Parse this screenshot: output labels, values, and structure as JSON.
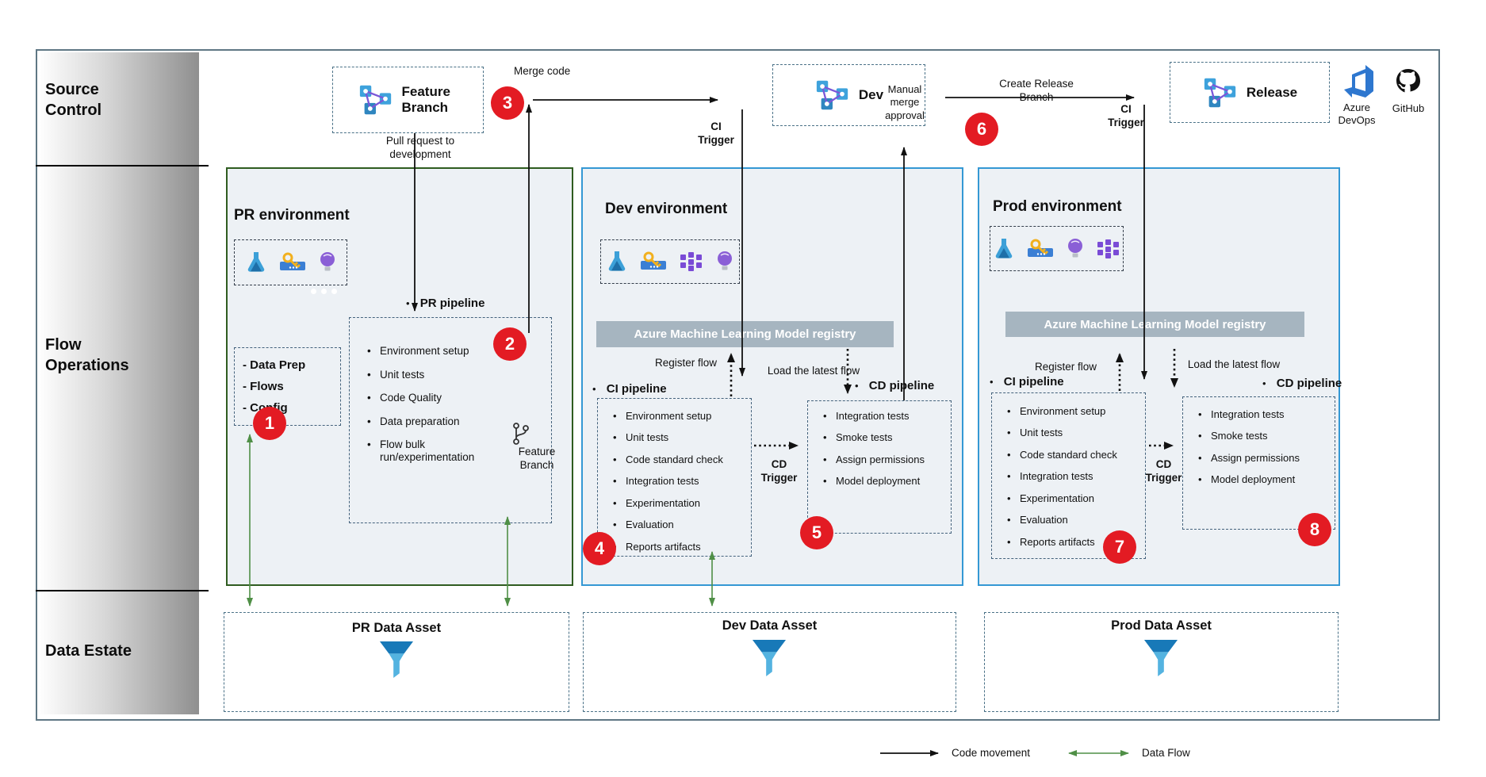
{
  "sidebar": {
    "source_control": "Source Control",
    "flow_operations": "Flow Operations",
    "data_estate": "Data Estate"
  },
  "top": {
    "feature_branch": "Feature Branch",
    "merge_code": "Merge code",
    "pull_request": "Pull request to development",
    "ci_trigger_dev": "CI Trigger",
    "dev": "Dev",
    "manual_merge": "Manual merge approval",
    "create_release": "Create Release Branch",
    "ci_trigger_prod": "CI Trigger",
    "release": "Release",
    "azure_devops": "Azure DevOps",
    "github": "GitHub"
  },
  "steps": [
    "1",
    "2",
    "3",
    "4",
    "5",
    "6",
    "7",
    "8"
  ],
  "pr_env": {
    "title": "PR environment",
    "assets": [
      "- Data Prep",
      "- Flows",
      "- Config"
    ],
    "pipeline_label": "PR pipeline",
    "pipeline_items": [
      "Environment setup",
      "Unit tests",
      "Code Quality",
      "Data preparation",
      "Flow bulk run/experimentation"
    ],
    "feature_branch_note": "Feature Branch"
  },
  "dev_env": {
    "title": "Dev environment",
    "registry": "Azure Machine Learning Model registry",
    "register_flow": "Register flow",
    "load_latest": "Load the latest flow",
    "ci_label": "CI pipeline",
    "ci_items": [
      "Environment setup",
      "Unit tests",
      "Code standard check",
      "Integration tests",
      "Experimentation",
      "Evaluation",
      "Reports artifacts"
    ],
    "cd_trigger": "CD Trigger",
    "cd_label": "CD pipeline",
    "cd_items": [
      "Integration tests",
      "Smoke tests",
      "Assign permissions",
      "Model deployment"
    ]
  },
  "prod_env": {
    "title": "Prod environment",
    "registry": "Azure Machine Learning Model registry",
    "register_flow": "Register flow",
    "load_latest": "Load the latest flow",
    "ci_label": "CI pipeline",
    "ci_items": [
      "Environment setup",
      "Unit tests",
      "Code standard check",
      "Integration tests",
      "Experimentation",
      "Evaluation",
      "Reports artifacts"
    ],
    "cd_trigger": "CD Trigger",
    "cd_label": "CD pipeline",
    "cd_items": [
      "Integration tests",
      "Smoke tests",
      "Assign permissions",
      "Model deployment"
    ]
  },
  "data_estate": {
    "pr": "PR Data Asset",
    "dev": "Dev Data Asset",
    "prod": "Prod Data Asset"
  },
  "legend": {
    "code_movement": "Code movement",
    "data_flow": "Data Flow"
  },
  "icons": [
    "branch-icon",
    "flask-icon",
    "key-icon",
    "lightbulb-icon",
    "grid-icon",
    "azure-devops-icon",
    "github-icon",
    "git-branch-glyph-icon",
    "data-asset-icon"
  ],
  "colors": {
    "env_border_blue": "#3498d4",
    "env_border_green": "#2f5c20",
    "env_bg": "#edf1f5",
    "registry_bar": "#a6b5c0",
    "badge_red": "#e31b23",
    "arrow_green": "#4f8f46",
    "arrow_black": "#111111"
  }
}
